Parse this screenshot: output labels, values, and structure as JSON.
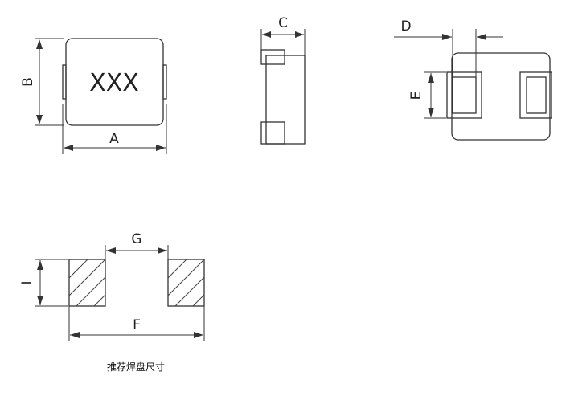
{
  "part_marking": "XXX",
  "dimensions": {
    "a": "A",
    "b": "B",
    "c": "C",
    "d": "D",
    "e": "E",
    "f": "F",
    "g": "G",
    "i": "I"
  },
  "caption": "推荐焊盘尺寸"
}
